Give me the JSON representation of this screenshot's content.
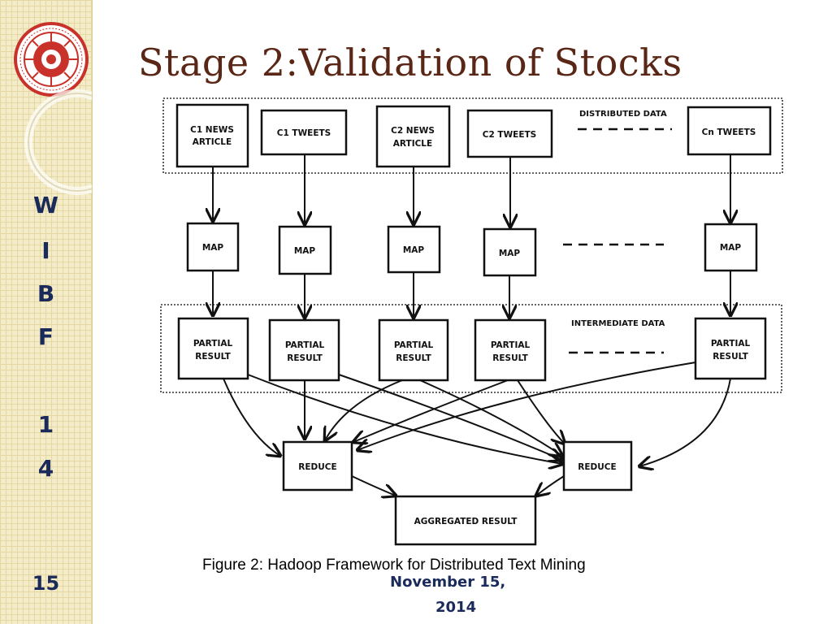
{
  "slide": {
    "title": "Stage 2:Validation of Stocks",
    "caption": "Figure 2: Hadoop Framework for Distributed Text Mining",
    "date_line1": "November 15,",
    "date_line2": "2014",
    "page_number": "15"
  },
  "sidebar": {
    "letters": [
      "W",
      "I",
      "B",
      "F",
      "1",
      "4"
    ],
    "logo_icon": "institute-seal-icon"
  },
  "diagram": {
    "distributed_label": "DISTRIBUTED DATA",
    "intermediate_label": "INTERMEDIATE DATA",
    "sources": [
      [
        "C1 NEWS",
        "ARTICLE"
      ],
      [
        "C1 TWEETS"
      ],
      [
        "C2 NEWS",
        "ARTICLE"
      ],
      [
        "C2 TWEETS"
      ],
      [
        "Cn TWEETS"
      ]
    ],
    "map_label": "MAP",
    "partial_label": [
      "PARTIAL",
      "RESULT"
    ],
    "reduce_label": "REDUCE",
    "aggregated_label": "AGGREGATED RESULT"
  },
  "colors": {
    "title": "#5a2716",
    "accent_text": "#1a2a5a",
    "logo_red": "#c8322a"
  }
}
